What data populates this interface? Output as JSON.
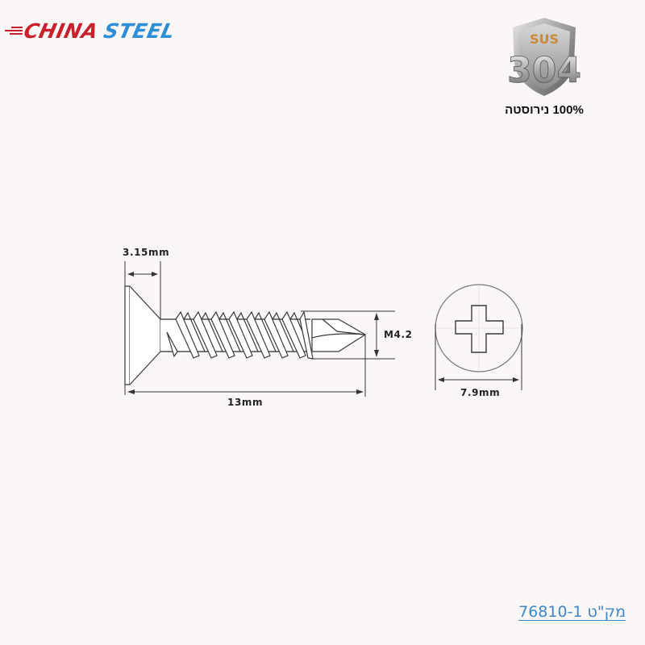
{
  "brand": {
    "part1": "CHINA",
    "part2": "STEEL",
    "colors": {
      "china": "#c8202c",
      "steel": "#2f8fd6"
    }
  },
  "badge": {
    "top_text": "SUS",
    "main_text": "304",
    "caption": "100% נירוסטה"
  },
  "diagram": {
    "head_height_label": "3.15mm",
    "thread_diameter_label": "M4.2",
    "total_length_label": "13mm",
    "head_diameter_label": "7.9mm",
    "drive_type": "phillips-cross"
  },
  "footer": {
    "sku_label": "מק\"ט 76810-1"
  }
}
